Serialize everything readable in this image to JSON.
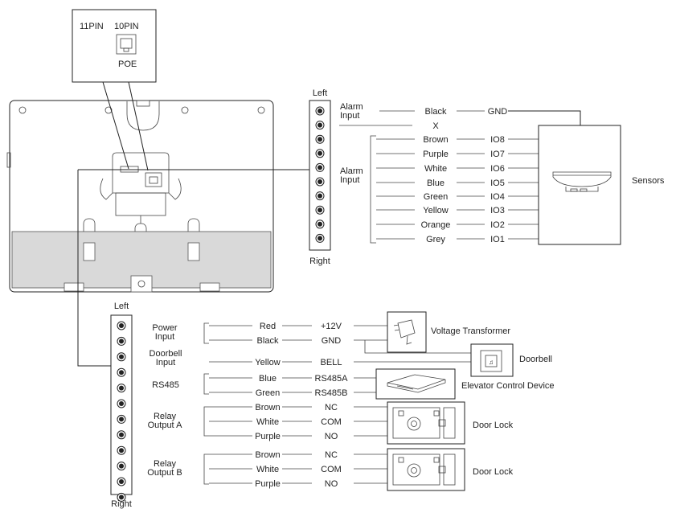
{
  "poe_inset": {
    "pin11": "11PIN",
    "pin10": "10PIN",
    "poe": "POE"
  },
  "top_terminal": {
    "left": "Left",
    "right": "Right"
  },
  "bottom_terminal": {
    "left": "Left",
    "right": "Right"
  },
  "top_rows": [
    {
      "color": "Black",
      "signal": "GND"
    },
    {
      "color": "X",
      "signal": ""
    },
    {
      "color": "Brown",
      "signal": "IO8"
    },
    {
      "color": "Purple",
      "signal": "IO7"
    },
    {
      "color": "White",
      "signal": "IO6"
    },
    {
      "color": "Blue",
      "signal": "IO5"
    },
    {
      "color": "Green",
      "signal": "IO4"
    },
    {
      "color": "Yellow",
      "signal": "IO3"
    },
    {
      "color": "Orange",
      "signal": "IO2"
    },
    {
      "color": "Grey",
      "signal": "IO1"
    }
  ],
  "top_groups": {
    "alarm_input_1": [
      "Alarm",
      "Input"
    ],
    "alarm_input_2": [
      "Alarm",
      "Input"
    ]
  },
  "sensors_label": "Sensors",
  "bottom_rows": [
    {
      "color": "Red",
      "signal": "+12V"
    },
    {
      "color": "Black",
      "signal": "GND"
    },
    {
      "color": "Yellow",
      "signal": "BELL"
    },
    {
      "color": "Blue",
      "signal": "RS485A"
    },
    {
      "color": "Green",
      "signal": "RS485B"
    },
    {
      "color": "Brown",
      "signal": "NC"
    },
    {
      "color": "White",
      "signal": "COM"
    },
    {
      "color": "Purple",
      "signal": "NO"
    },
    {
      "color": "Brown",
      "signal": "NC"
    },
    {
      "color": "White",
      "signal": "COM"
    },
    {
      "color": "Purple",
      "signal": "NO"
    }
  ],
  "bottom_groups": {
    "power_input": [
      "Power",
      "Input"
    ],
    "doorbell_input": [
      "Doorbell",
      "Input"
    ],
    "rs485": [
      "RS485"
    ],
    "relay_a": [
      "Relay",
      "Output A"
    ],
    "relay_b": [
      "Relay",
      "Output B"
    ]
  },
  "devices": {
    "voltage_transformer": "Voltage Transformer",
    "doorbell": "Doorbell",
    "elevator": "Elevator Control Device",
    "door_lock_a": "Door Lock",
    "door_lock_b": "Door Lock"
  },
  "icons": [
    "rj45-port-icon",
    "screw-terminal-icon",
    "sensor-icon",
    "power-adapter-icon",
    "doorbell-icon",
    "elevator-controller-icon",
    "door-lock-icon"
  ]
}
